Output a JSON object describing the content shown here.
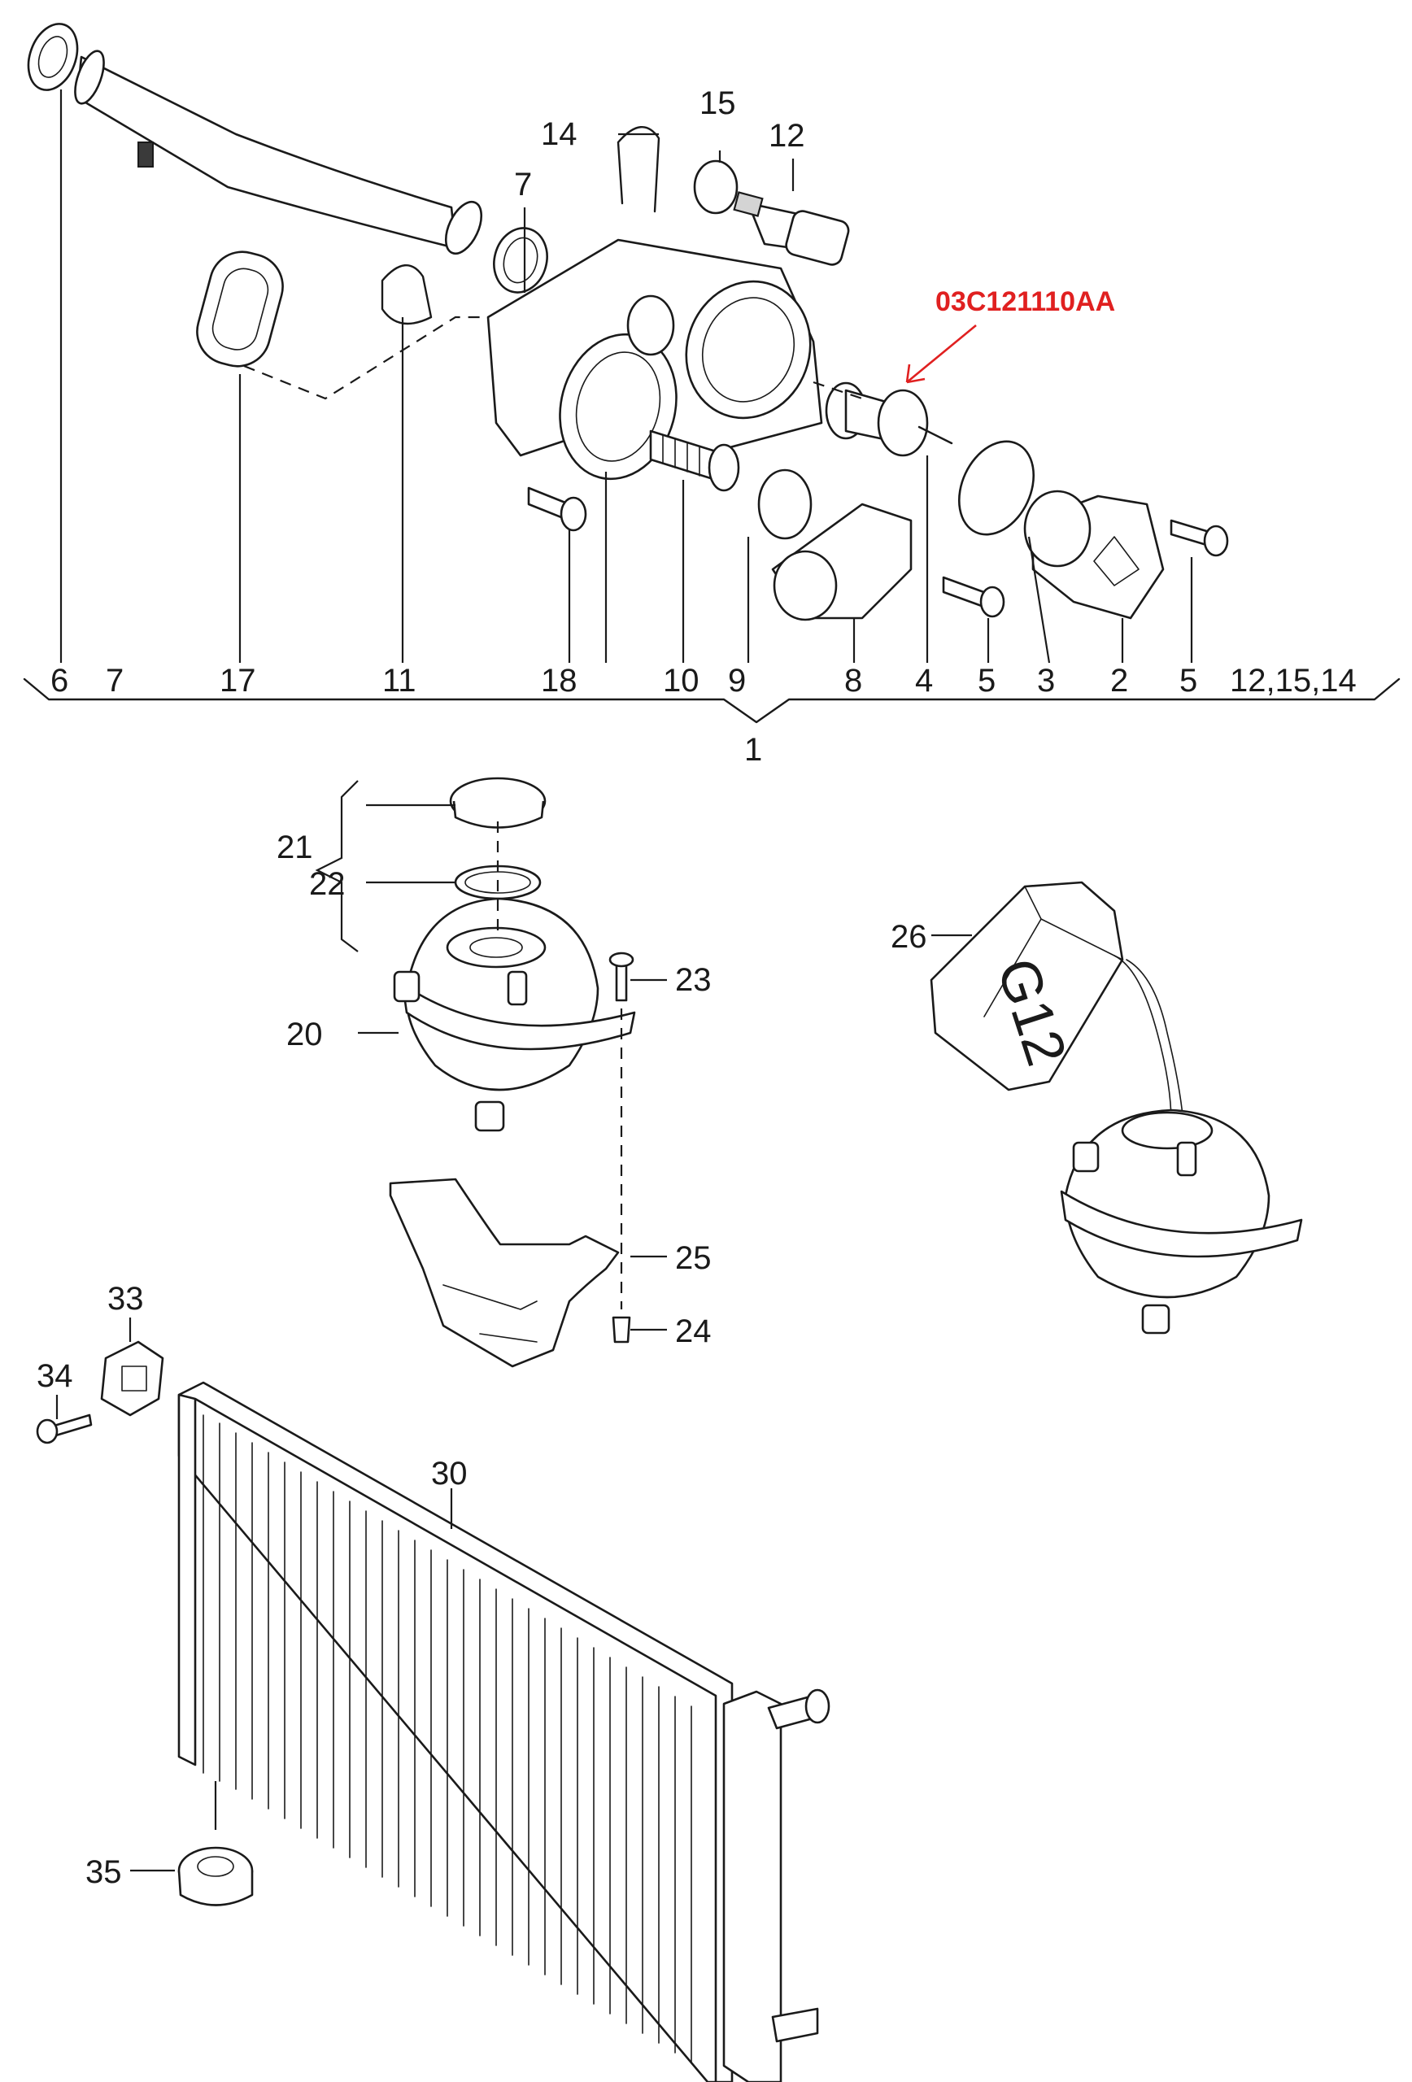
{
  "highlight": {
    "part_number": "03C121110AA",
    "color": "#e02020"
  },
  "callouts": {
    "c1": "1",
    "c2": "2",
    "c3": "3",
    "c4": "4",
    "c5a": "5",
    "c5b": "5",
    "c6": "6",
    "c7a": "7",
    "c7b": "7",
    "c8": "8",
    "c9": "9",
    "c10": "10",
    "c11": "11",
    "c12": "12",
    "c14": "14",
    "c15": "15",
    "c17": "17",
    "c18": "18",
    "c12_15_14": "12,15,14",
    "c20": "20",
    "c21": "21",
    "c22": "22",
    "c23": "23",
    "c24": "24",
    "c25": "25",
    "c26": "26",
    "c30": "30",
    "c33": "33",
    "c34": "34",
    "c35": "35"
  },
  "coolant_can_label": "G12"
}
